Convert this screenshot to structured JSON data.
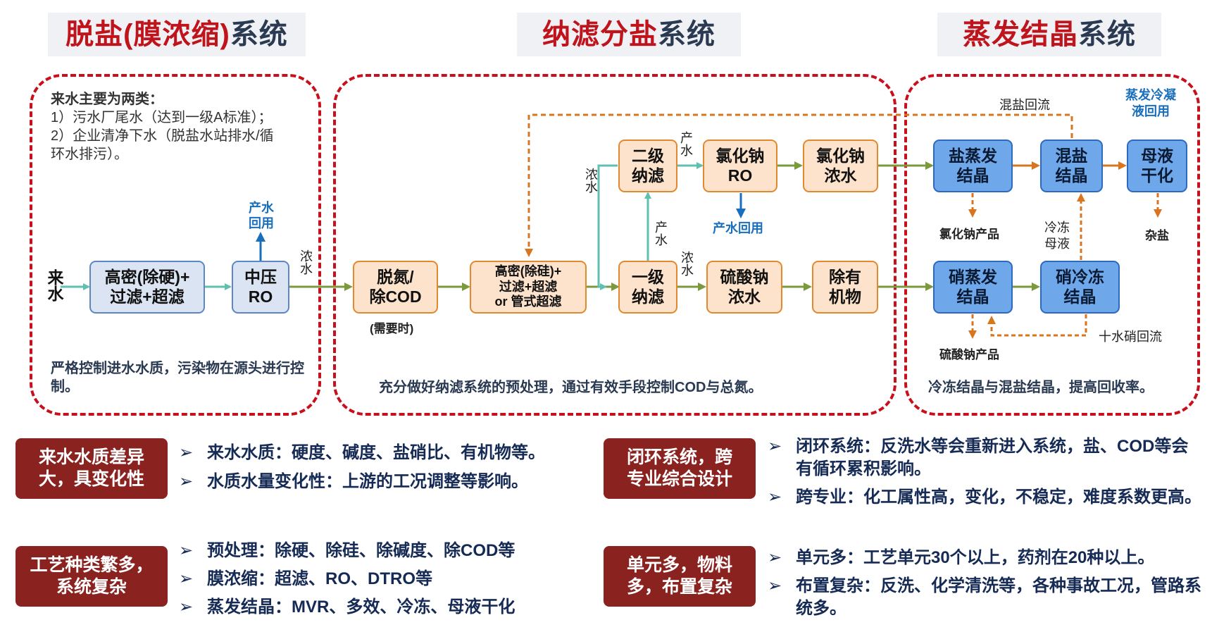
{
  "sections": {
    "desalination": {
      "title_red": "脱盐(膜浓缩)",
      "title_dark": "系统"
    },
    "nanofiltration": {
      "title_red": "纳滤分盐",
      "title_dark": "系统"
    },
    "evaporation": {
      "title_red": "蒸发结晶",
      "title_dark": "系统"
    }
  },
  "desal": {
    "intro_title": "来水主要为两类：",
    "intro_1": "1）污水厂尾水（达到一级A标准）；",
    "intro_2": "2）企业清净下水（脱盐水站排水/循环水排污）。",
    "inlet": "来水",
    "node_pretreat_1": "高密(除硬)+",
    "node_pretreat_2": "过滤+超滤",
    "node_ro_1": "中压",
    "node_ro_2": "RO",
    "permeate_reuse": "产水回用",
    "concentrate": "浓水",
    "footer": "严格控制进水水质，污染物在源头进行控制。"
  },
  "nf": {
    "denitro_1": "脱氮/",
    "denitro_2": "除COD",
    "denitro_note": "(需要时)",
    "hd_1": "高密(除硅)+",
    "hd_2": "过滤+超滤",
    "hd_3": "or 管式超滤",
    "nf1_1": "一级",
    "nf1_2": "纳滤",
    "nf2_1": "二级",
    "nf2_2": "纳滤",
    "nacl_ro_1": "氯化钠",
    "nacl_ro_2": "RO",
    "nacl_conc_1": "氯化钠",
    "nacl_conc_2": "浓水",
    "na2so4_1": "硫酸钠",
    "na2so4_2": "浓水",
    "org_1": "除有",
    "org_2": "机物",
    "lbl_conc": "浓水",
    "lbl_perm": "产水",
    "lbl_perm2": "产水",
    "lbl_conc2": "浓水",
    "lbl_perm3": "产水",
    "permeate_reuse": "产水回用",
    "footer": "充分做好纳滤系统的预处理，通过有效手段控制COD与总氮。"
  },
  "evap": {
    "mixed_return": "混盐回流",
    "condensate_1": "蒸发冷凝",
    "condensate_2": "液回用",
    "salt_evap_1": "盐蒸发",
    "salt_evap_2": "结晶",
    "mixed_1": "混盐",
    "mixed_2": "结晶",
    "mother_1": "母液",
    "mother_2": "干化",
    "nacl_product": "氯化钠产品",
    "misc_salt": "杂盐",
    "freeze_mother_1": "冷冻",
    "freeze_mother_2": "母液",
    "nitre_evap_1": "硝蒸发",
    "nitre_evap_2": "结晶",
    "nitre_freeze_1": "硝冷冻",
    "nitre_freeze_2": "结晶",
    "na2so4_product": "硫酸钠产品",
    "decahydrate_return": "十水硝回流",
    "footer": "冷冻结晶与混盐结晶，提高回收率。"
  },
  "challenges": [
    {
      "tag_1": "来水水质差异",
      "tag_2": "大，具变化性",
      "points": [
        "来水水质：硬度、碱度、盐硝比、有机物等。",
        "水质水量变化性：上游的工况调整等影响。"
      ]
    },
    {
      "tag_1": "工艺种类繁多，",
      "tag_2": "系统复杂",
      "points": [
        "预处理：除硬、除硅、除碱度、除COD等",
        "膜浓缩：超滤、RO、DTRO等",
        "蒸发结晶：MVR、多效、冷冻、母液干化"
      ]
    },
    {
      "tag_1": "闭环系统，跨",
      "tag_2": "专业综合设计",
      "points": [
        "闭环系统：反洗水等会重新进入系统，盐、COD等会有循环累积影响。",
        "跨专业：化工属性高，变化，不稳定，难度系数更高。"
      ]
    },
    {
      "tag_1": "单元多，物料",
      "tag_2": "多，布置复杂",
      "points": [
        "单元多：工艺单元30个以上，药剂在20种以上。",
        "布置复杂：反洗、化学清洗等，各种事故工况，管路系统多。"
      ]
    }
  ],
  "bullet_marker": "➢",
  "colors": {
    "accent_red": "#c0141c",
    "tag_bg": "#8a2220",
    "flow_green": "#7a9a3c",
    "flow_orange": "#d9751f",
    "flow_teal": "#5fc0b0"
  }
}
